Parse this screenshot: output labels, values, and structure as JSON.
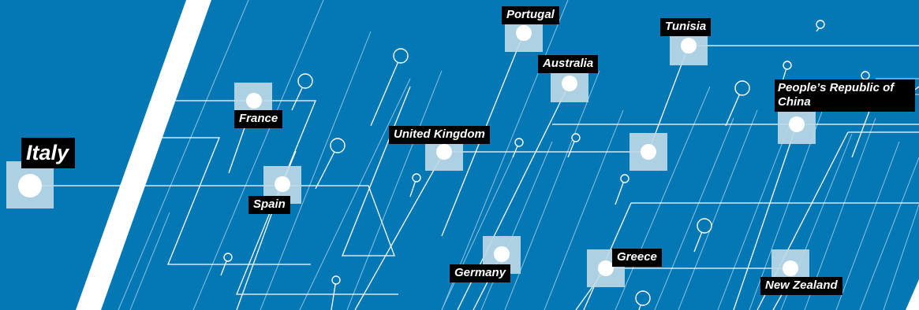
{
  "labels": {
    "italy": "Italy",
    "france": "France",
    "spain": "Spain",
    "portugal": "Portugal",
    "australia": "Australia",
    "united_kingdom": "United Kingdom",
    "germany": "Germany",
    "tunisia": "Tunisia",
    "china": "People’s Republic of China",
    "greece": "Greece",
    "new_zealand": "New Zealand"
  },
  "colors": {
    "background": "#0378b4",
    "line": "#ffffff",
    "node_square": "#bcd9e7",
    "label_bg": "#000000",
    "label_text": "#ffffff"
  }
}
